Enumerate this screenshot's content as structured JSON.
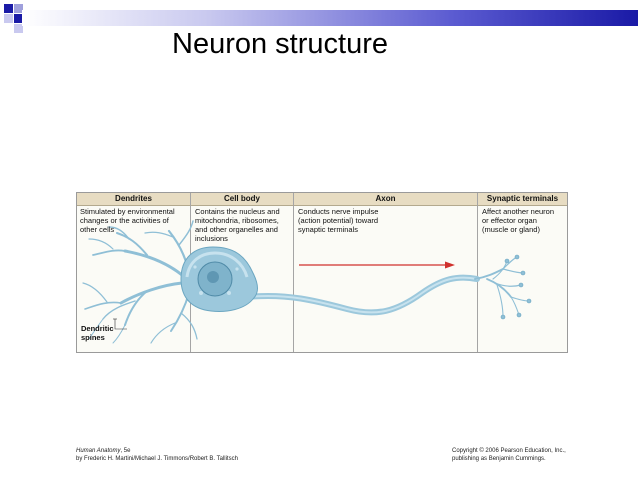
{
  "slide": {
    "title": "Neuron structure"
  },
  "figure": {
    "columns": [
      {
        "header": "Dendrites",
        "description": "Stimulated by environmental\nchanges or the activities of\nother cells"
      },
      {
        "header": "Cell body",
        "description": "Contains the nucleus and\nmitochondria, ribosomes,\nand other organelles and\ninclusions"
      },
      {
        "header": "Axon",
        "description": "Conducts nerve impulse\n(action potential) toward\nsynaptic terminals"
      },
      {
        "header": "Synaptic terminals",
        "description": "Affect another neuron\nor effector organ\n(muscle or gland)"
      }
    ],
    "spines_label": "Dendritic\n  spines",
    "neuron_color": "#9cc8dc",
    "arrow_color": "#d0312d"
  },
  "footer": {
    "book_title": "Human Anatomy",
    "book_edition": ", 5e",
    "authors": "by Frederic H. Martini/Michael J. Timmons/Robert B. Tallitsch",
    "copyright_line1": "Copyright © 2006 Pearson Education, Inc.,",
    "copyright_line2": "publishing as Benjamin Cummings."
  }
}
